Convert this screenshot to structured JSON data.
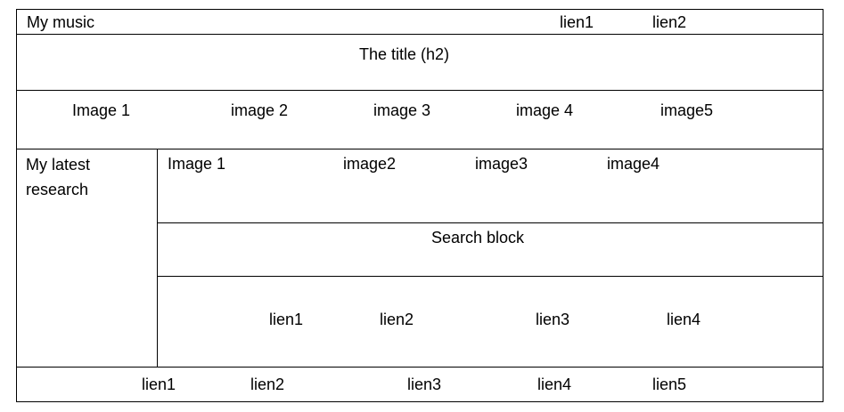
{
  "topbar": {
    "site_title": "My music",
    "links": [
      "lien1",
      "lien2"
    ]
  },
  "title_row": {
    "title": "The title (h2)"
  },
  "gallery_row": {
    "images": [
      "Image 1",
      "image 2",
      "image 3",
      "image 4",
      "image5"
    ]
  },
  "sidebar": {
    "label": "My latest research"
  },
  "research_images": [
    "Image 1",
    "image2",
    "image3",
    "image4"
  ],
  "search": {
    "label": "Search block"
  },
  "content_links": [
    "lien1",
    "lien2",
    "lien3",
    "lien4"
  ],
  "footer": {
    "links": [
      "lien1",
      "lien2",
      "lien3",
      "lien4",
      "lien5"
    ]
  }
}
